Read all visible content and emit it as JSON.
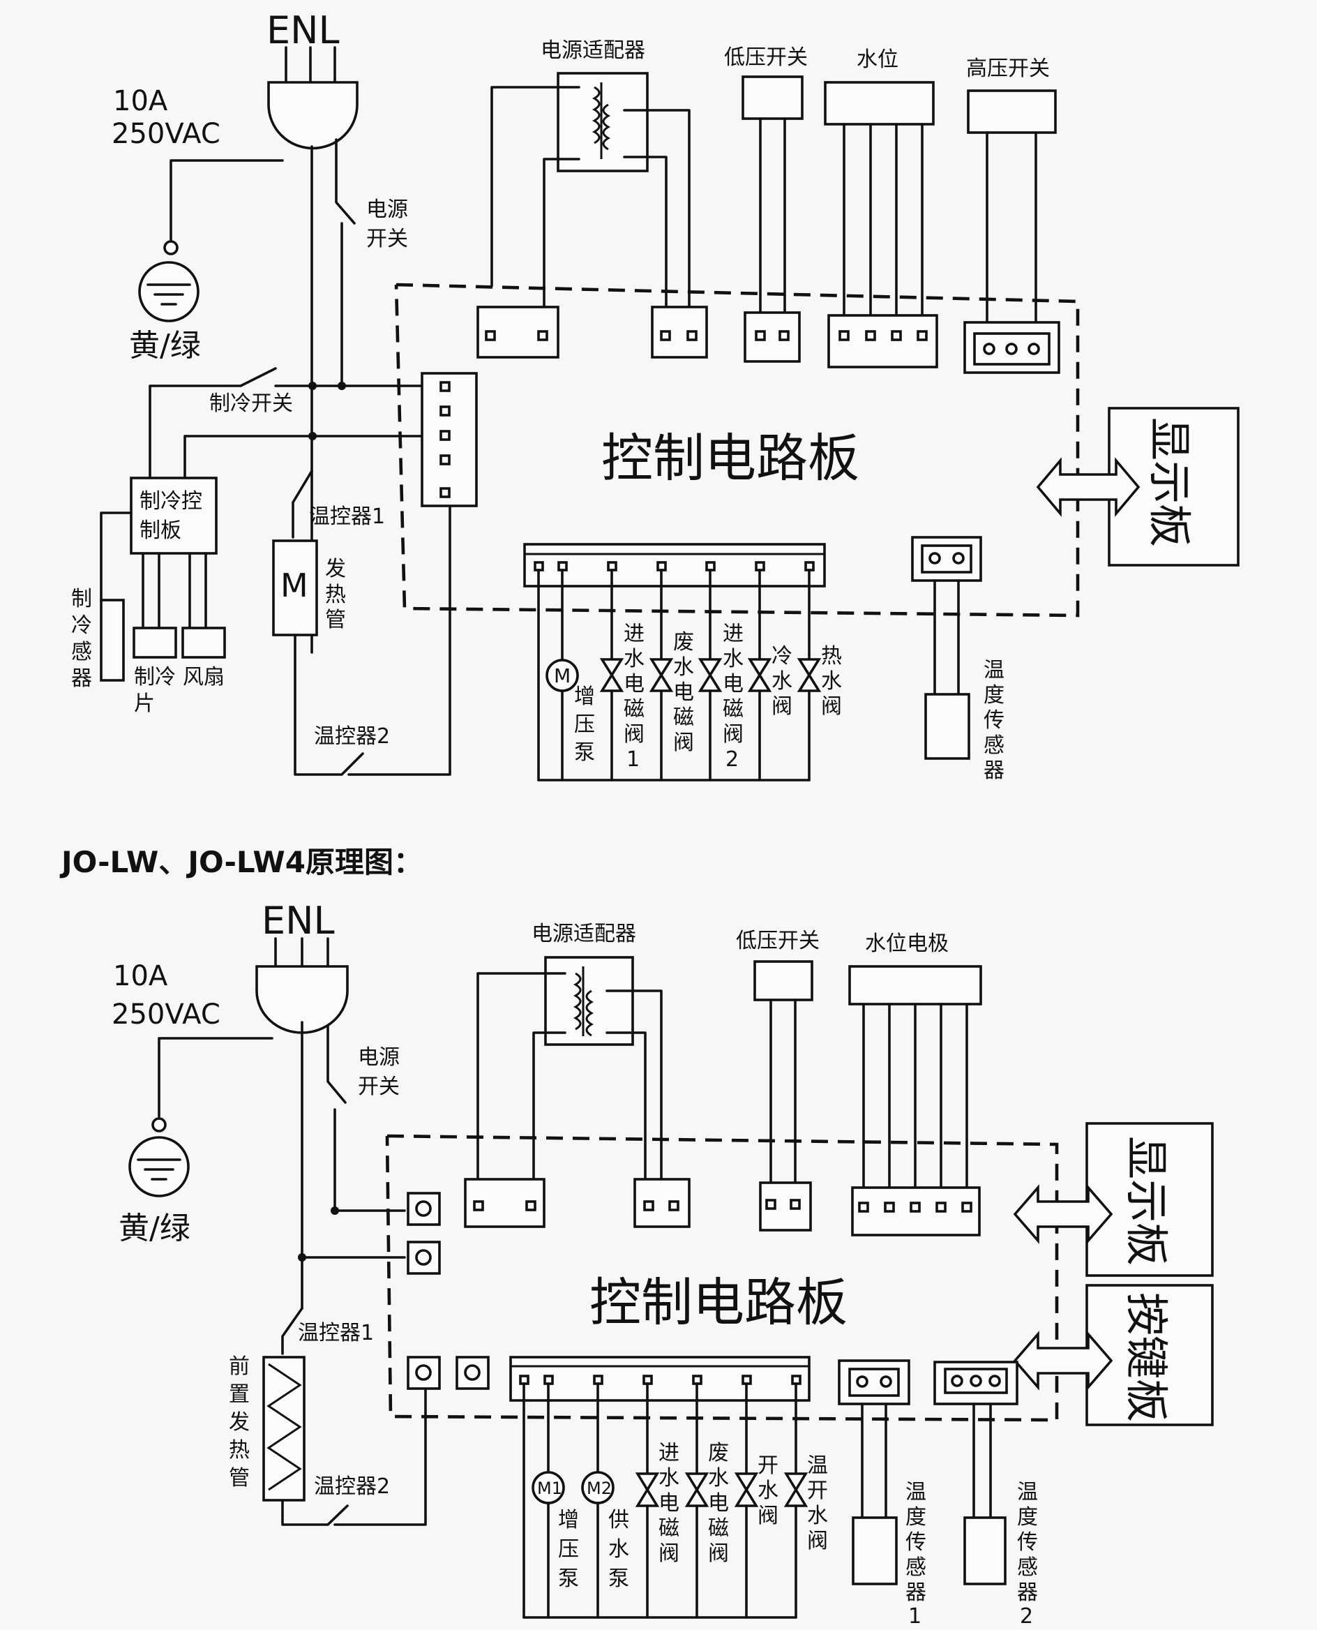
{
  "top": {
    "plug": "ENL",
    "rating_current": "10A",
    "rating_voltage": "250VAC",
    "ground": "黄/绿",
    "power_switch": [
      "电源",
      "开关"
    ],
    "power_adapter": "电源适配器",
    "low_pressure_switch": "低压开关",
    "water_level": "水位",
    "high_pressure_switch": "高压开关",
    "control_board": "控制电路板",
    "display_board": "显示板",
    "cooling_switch": "制冷开关",
    "cooling_control_board": [
      "制冷控",
      "制板"
    ],
    "thermostat1": "温控器1",
    "thermostat2": "温控器2",
    "heater_motor": "M",
    "heater": [
      "发",
      "热",
      "管"
    ],
    "cooling_sensor": [
      "制",
      "冷",
      "感",
      "器"
    ],
    "cooling_chip": [
      "制冷",
      "片"
    ],
    "fan": "风扇",
    "booster_pump_motor": "M",
    "booster_pump": [
      "增",
      "压",
      "泵"
    ],
    "valves": [
      [
        "进",
        "水",
        "电",
        "磁",
        "阀",
        "1"
      ],
      [
        "废",
        "水",
        "电",
        "磁",
        "阀"
      ],
      [
        "进",
        "水",
        "电",
        "磁",
        "阀",
        "2"
      ],
      [
        "冷",
        "水",
        "阀"
      ],
      [
        "热",
        "水",
        "阀"
      ]
    ],
    "temp_sensor": [
      "温",
      "度",
      "传",
      "感",
      "器"
    ]
  },
  "section_title": "JO-LW、JO-LW4原理图：",
  "bottom": {
    "plug": "ENL",
    "rating_current": "10A",
    "rating_voltage": "250VAC",
    "ground": "黄/绿",
    "power_switch": [
      "电源",
      "开关"
    ],
    "power_adapter": "电源适配器",
    "low_pressure_switch": "低压开关",
    "water_level_electrode": "水位电极",
    "control_board": "控制电路板",
    "display_board": "显示板",
    "key_board": "按键板",
    "thermostat1": "温控器1",
    "thermostat2": "温控器2",
    "pre_heater": [
      "前",
      "置",
      "发",
      "热",
      "管"
    ],
    "motor1": "M1",
    "motor2": "M2",
    "booster_pump": [
      "增",
      "压",
      "泵"
    ],
    "supply_pump": [
      "供",
      "水",
      "泵"
    ],
    "valves": [
      [
        "进",
        "水",
        "电",
        "磁",
        "阀"
      ],
      [
        "废",
        "水",
        "电",
        "磁",
        "阀"
      ],
      [
        "开",
        "水",
        "阀"
      ],
      [
        "温",
        "开",
        "水",
        "阀"
      ]
    ],
    "temp_sensor1": [
      "温",
      "度",
      "传",
      "感",
      "器",
      "1"
    ],
    "temp_sensor2": [
      "温",
      "度",
      "传",
      "感",
      "器",
      "2"
    ]
  }
}
